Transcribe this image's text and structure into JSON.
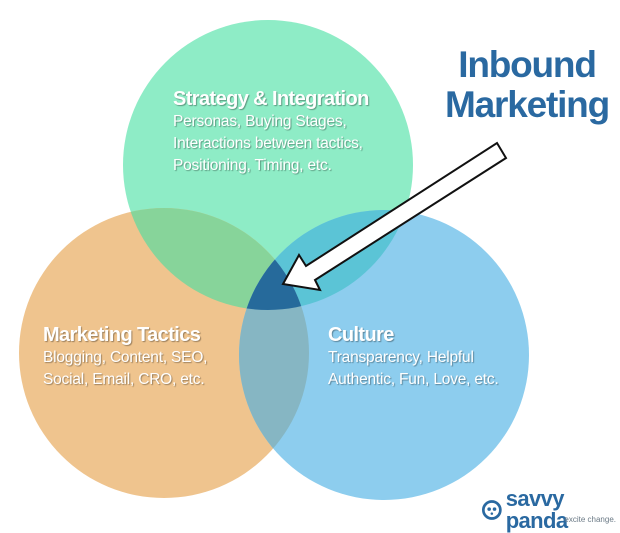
{
  "diagram": {
    "type": "venn",
    "headline": {
      "line1": "Inbound",
      "line2": "Marketing",
      "color": "#2a69a1"
    },
    "circles": [
      {
        "id": "strategy",
        "title": "Strategy & Integration",
        "lines": [
          "Personas, Buying Stages,",
          "Interactions between tactics,",
          "Positioning, Timing, etc."
        ],
        "color": "#8eecc6"
      },
      {
        "id": "tactics",
        "title": "Marketing Tactics",
        "lines": [
          "Blogging, Content, SEO,",
          "Social, Email, CRO, etc."
        ],
        "color": "#efc48e"
      },
      {
        "id": "culture",
        "title": "Culture",
        "lines": [
          "Transparency, Helpful",
          "Authentic, Fun, Love, etc."
        ],
        "color": "#8dcdee"
      }
    ],
    "overlap_colors": {
      "strategy_tactics": "#87d49a",
      "strategy_culture": "#5bc4d6",
      "tactics_culture": "#86b6c3",
      "center": "#266a9b"
    },
    "arrow": {
      "from": "headline",
      "to": "center",
      "fill": "#ffffff",
      "stroke": "#111111"
    }
  },
  "brand": {
    "name": "savvy panda",
    "tagline": "excite change."
  }
}
